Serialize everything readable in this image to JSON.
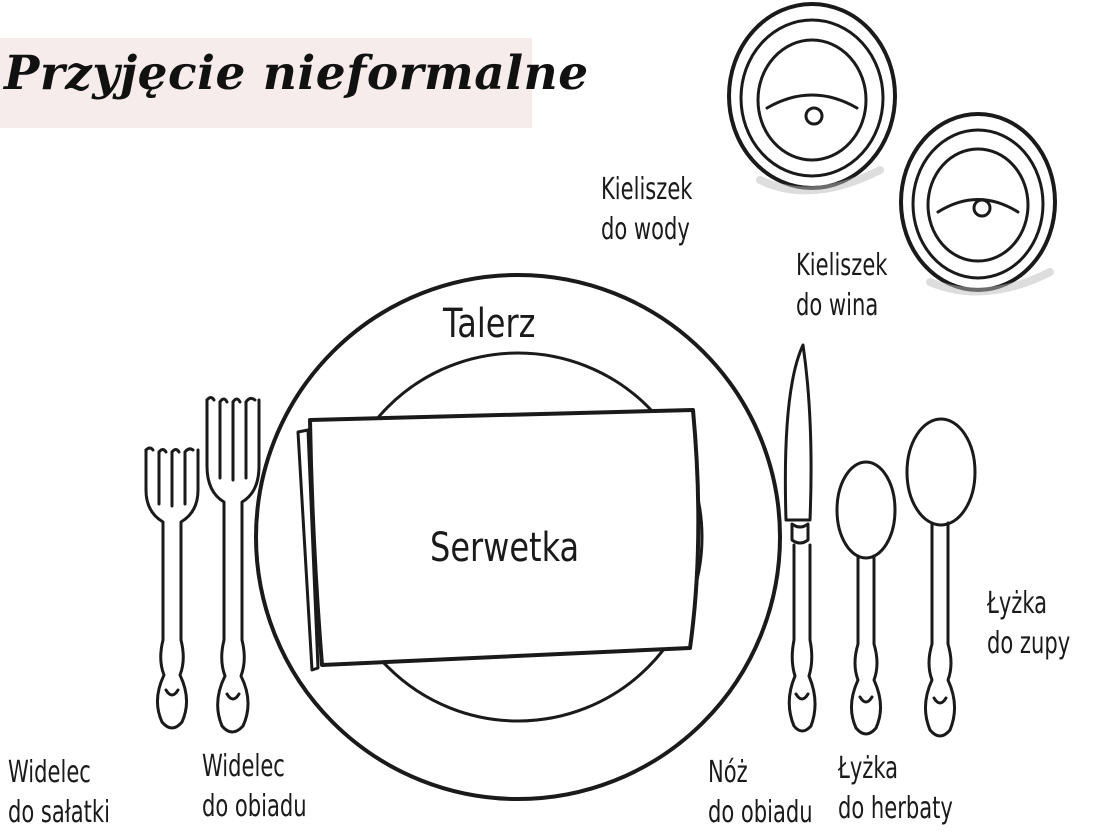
{
  "title": "Przyjęcie nieformalne",
  "labels": {
    "water_glass": [
      "Kieliszek",
      "do wody"
    ],
    "wine_glass": [
      "Kieliszek",
      "do wina"
    ],
    "plate": "Talerz",
    "napkin": "Serwetka",
    "salad_fork": [
      "Widelec",
      "do sałatki"
    ],
    "dinner_fork": [
      "Widelec",
      "do obiadu"
    ],
    "dinner_knife": [
      "Nóż",
      "do obiadu"
    ],
    "tea_spoon": [
      "Łyżka",
      "do herbaty"
    ],
    "soup_spoon": [
      "Łyżka",
      "do zupy"
    ]
  },
  "colors": {
    "line": "#1a1a1a",
    "title_band": "#f7ecec",
    "background": "#ffffff"
  }
}
